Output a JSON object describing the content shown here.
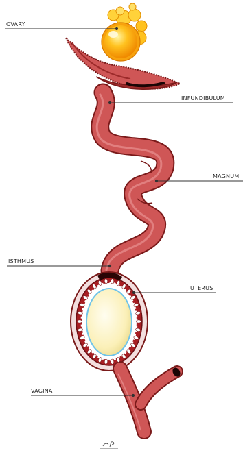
{
  "labels": {
    "ovary": "OVARY",
    "infundibulum": "INFUNDIBULUM",
    "magnum": "MAGNUM",
    "isthmus": "ISTHMUS",
    "uterus": "UTERUS",
    "vagina": "VAGINA"
  },
  "signature": "CP",
  "colors": {
    "tube": "#cf5656",
    "tube_dark": "#9c2a2a",
    "tube_outline": "#7a1a1a",
    "uterus_wall": "#a81e23",
    "uterus_inner": "#f3dede",
    "egg": "#fcf3c0",
    "egg_edge": "#6fc3e8",
    "yolk": "#f7a20d",
    "yolk_light": "#ffd84a",
    "leader": "#333333"
  }
}
